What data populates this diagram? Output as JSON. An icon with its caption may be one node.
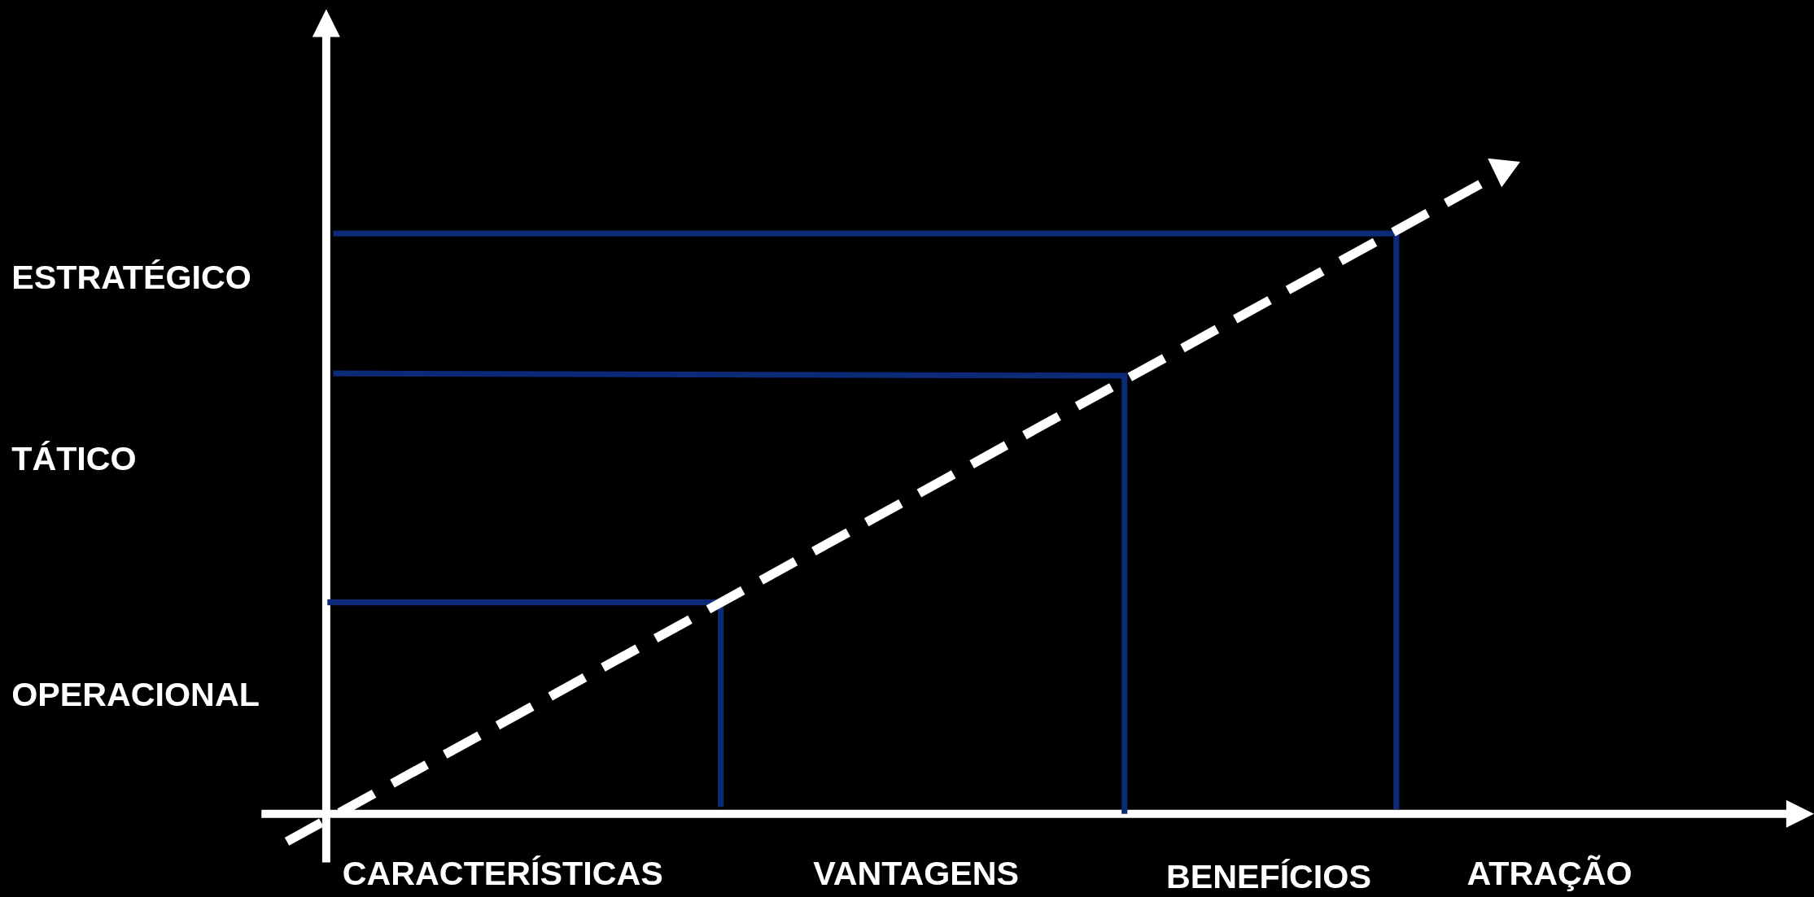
{
  "diagram": {
    "labels": [
      "ESTRATÉGICO",
      "TÁTICO",
      "OPERACIONAL",
      "CARACTERÍSTICAS",
      "VANTAGENS",
      "BENEFÍCIOS",
      "ATRAÇÃO"
    ]
  }
}
